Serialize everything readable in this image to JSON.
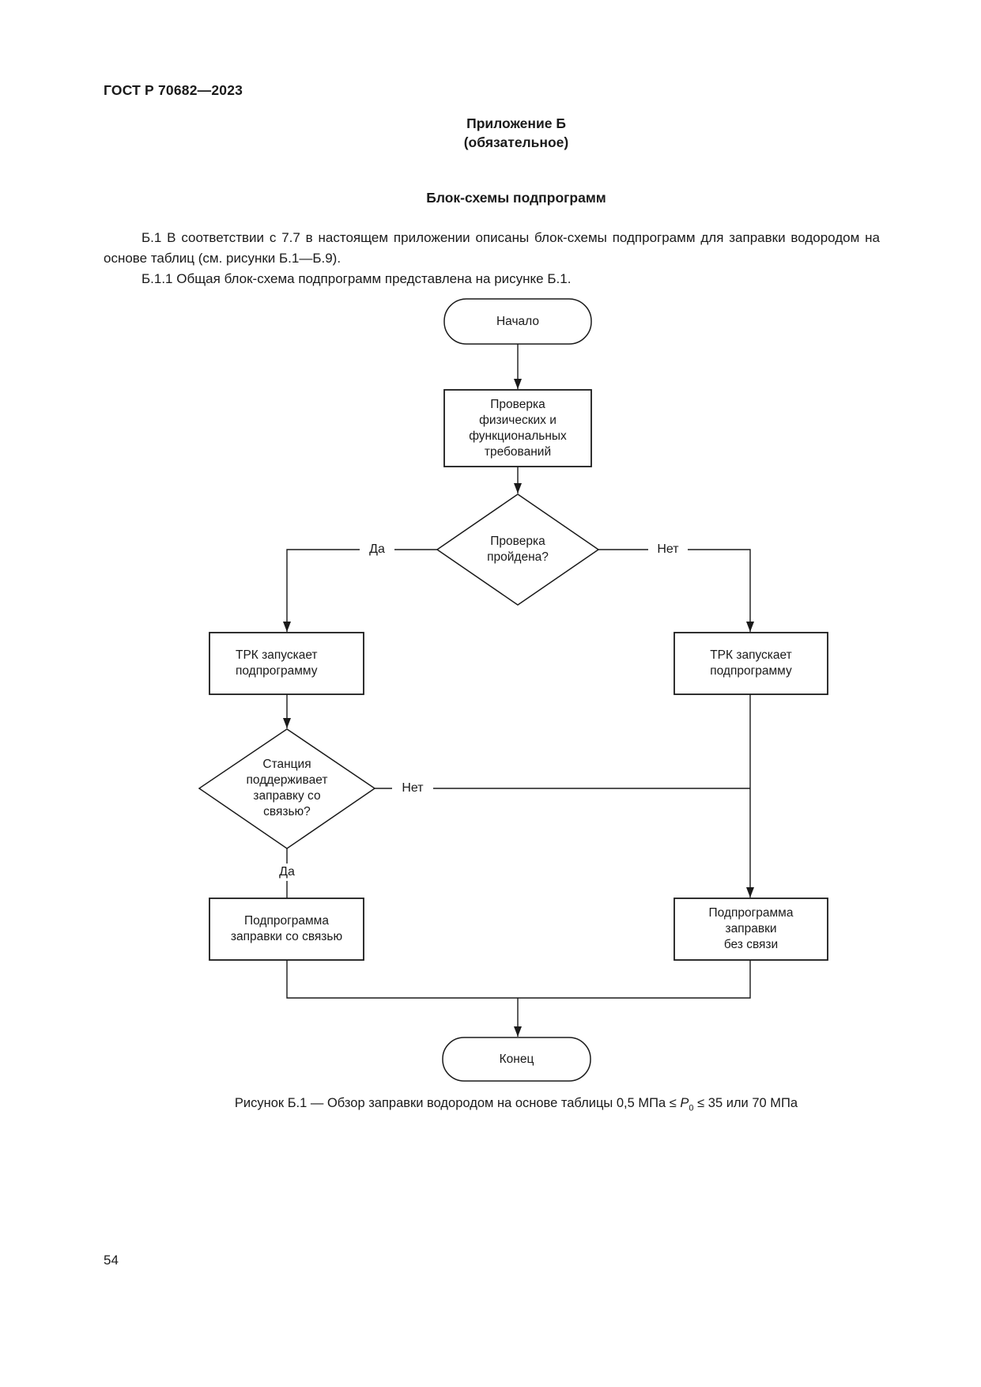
{
  "page": {
    "header": "ГОСТ Р 70682—2023",
    "page_number": "54"
  },
  "appendix": {
    "title": "Приложение Б",
    "subtitle": "(обязательное)",
    "heading": "Блок-схемы подпрограмм"
  },
  "paragraphs": {
    "p1": "Б.1 В соответствии с 7.7 в настоящем приложении описаны блок-схемы подпрограмм для заправки водородом на основе таблиц (см. рисунки Б.1—Б.9).",
    "p2": "Б.1.1 Общая блок-схема подпрограмм представлена на рисунке Б.1."
  },
  "flowchart": {
    "start": "Начало",
    "check_requirements": "Проверка\nфизических и\nфункциональных\nтребований",
    "check_passed": "Проверка\nпройдена?",
    "yes1": "Да",
    "no1": "Нет",
    "trk_starts_left": "ТРК запускает\nподпрограмму",
    "trk_starts_right": "ТРК запускает\nподпрограмму",
    "station_supports": "Станция\nподдерживает\nзаправку со\nсвязью?",
    "no2": "Нет",
    "yes2": "Да",
    "sub_with_comm": "Подпрограмма\nзаправки со связью",
    "sub_without_comm": "Подпрограмма\nзаправки\nбез связи",
    "end": "Конец"
  },
  "caption": {
    "prefix": "Рисунок Б.1 — Обзор заправки водородом на основе таблицы 0,5 МПа ≤ ",
    "p_symbol": "P",
    "p_sub": "0",
    "suffix": " ≤ 35 или 70 МПа"
  },
  "colors": {
    "ink": "#1a1a1a",
    "background": "#ffffff"
  }
}
